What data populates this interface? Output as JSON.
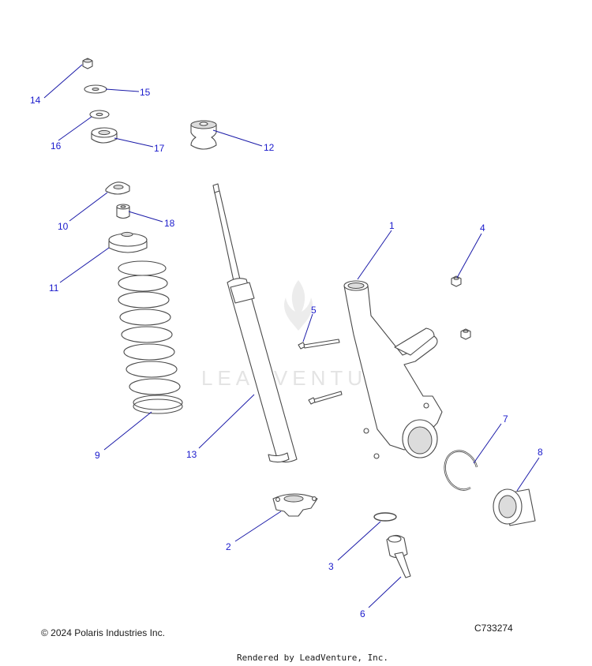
{
  "callouts": {
    "c1": "1",
    "c2": "2",
    "c3": "3",
    "c4": "4",
    "c5": "5",
    "c6": "6",
    "c7": "7",
    "c8": "8",
    "c9": "9",
    "c10": "10",
    "c11": "11",
    "c12": "12",
    "c13": "13",
    "c14": "14",
    "c15": "15",
    "c16": "16",
    "c17": "17",
    "c18": "18"
  },
  "watermark": "LEADVENTURE",
  "footer": {
    "copyright": "© 2024 Polaris Industries Inc.",
    "part_code": "C733274",
    "rendered_by": "Rendered by LeadVenture, Inc."
  },
  "colors": {
    "callout": "#1a1acc",
    "leader": "#1a1aa8",
    "outline": "#4a4a4a"
  }
}
